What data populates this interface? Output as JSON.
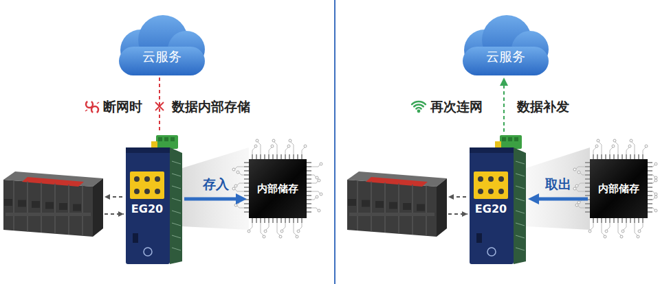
{
  "diagram": {
    "nodes": [
      {
        "text": [
          "云服务"
        ]
      },
      {
        "text": [
          "EG20"
        ]
      },
      {
        "text": [
          "内部储存"
        ]
      },
      {
        "text": [
          "云服务"
        ]
      },
      {
        "text": [
          "EG20"
        ]
      },
      {
        "text": [
          "内部储存"
        ]
      }
    ],
    "edges": [
      {
        "from": 0,
        "to": 1,
        "arrow": "none"
      },
      {
        "from": 1,
        "to": 2,
        "arrow": "to",
        "label": "存入"
      },
      {
        "from": 4,
        "to": 3,
        "arrow": "to"
      },
      {
        "from": 5,
        "to": 4,
        "arrow": "to",
        "label": "取出"
      }
    ],
    "labels": [
      "断网时",
      "数据内部存储",
      "再次连网",
      "数据补发"
    ]
  }
}
